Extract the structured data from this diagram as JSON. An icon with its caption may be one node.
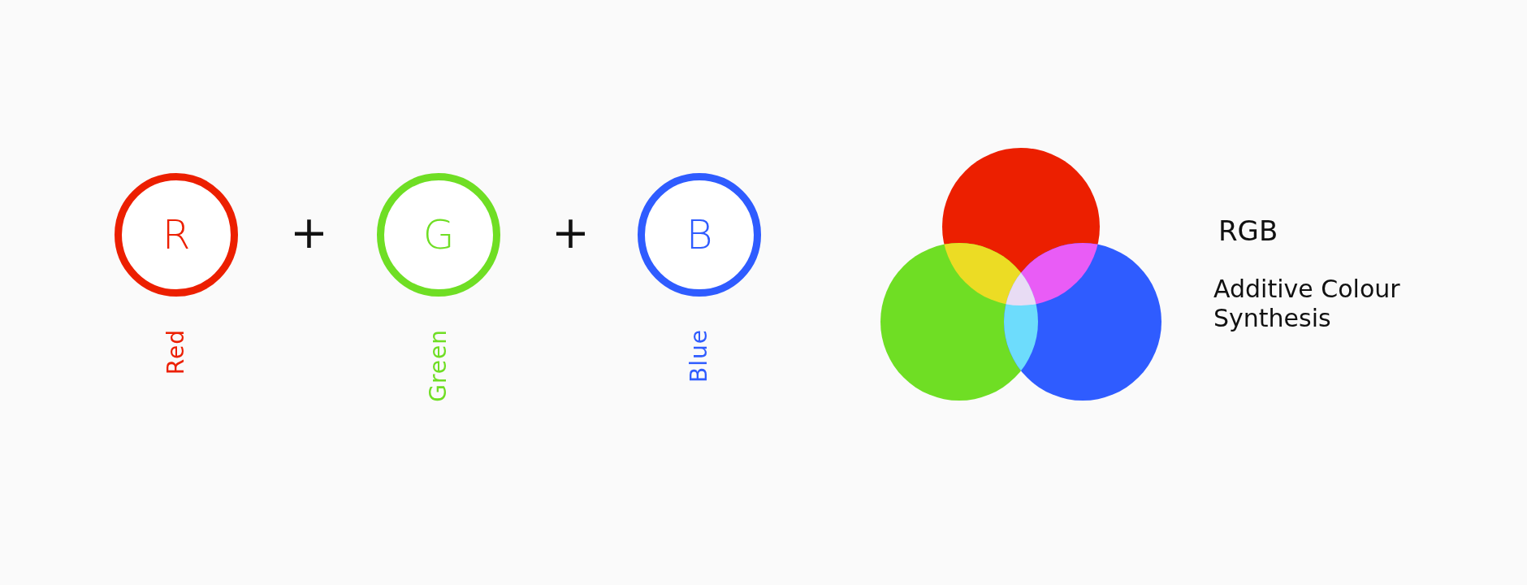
{
  "diagram": {
    "nodes": [
      {
        "text": [
          "R"
        ],
        "beside": [
          "Red"
        ]
      },
      {
        "text": [
          "G"
        ],
        "beside": [
          "Green"
        ]
      },
      {
        "text": [
          "B"
        ],
        "beside": [
          "Blue"
        ]
      }
    ],
    "labels": [
      "+",
      "+",
      "RGB",
      "Additive Colour Synthesis"
    ]
  }
}
